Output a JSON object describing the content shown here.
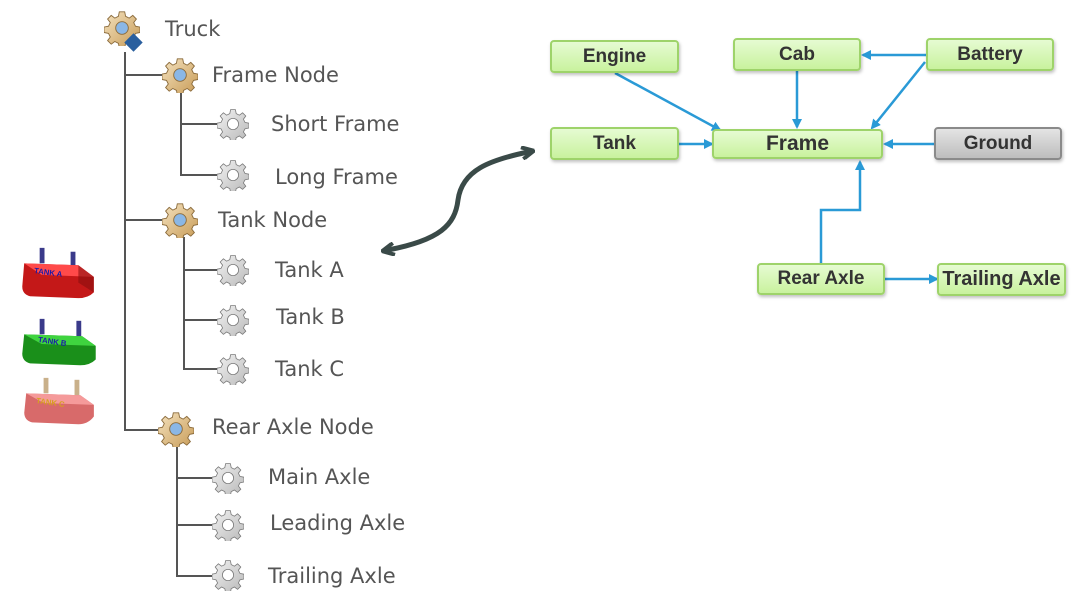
{
  "tree": {
    "root": "Truck",
    "frame_node": "Frame Node",
    "short_frame": "Short Frame",
    "long_frame": "Long Frame",
    "tank_node": "Tank Node",
    "tank_a": "Tank A",
    "tank_b": "Tank B",
    "tank_c": "Tank C",
    "rear_axle_node": "Rear Axle Node",
    "main_axle": "Main Axle",
    "leading_axle": "Leading Axle",
    "trailing_axle": "Trailing Axle"
  },
  "tank_images": {
    "a": "TANK A",
    "b": "TANK B",
    "c": "TANK C"
  },
  "graph": {
    "engine": "Engine",
    "cab": "Cab",
    "battery": "Battery",
    "tank": "Tank",
    "frame": "Frame",
    "ground": "Ground",
    "rear_axle": "Rear Axle",
    "trailing_axle": "Trailing Axle"
  },
  "colors": {
    "node_green": "#c9f29e",
    "node_border": "#9ed36a",
    "ground_gray": "#bdbdbd",
    "edge_blue": "#2a9ad6",
    "tree_line": "#555555",
    "tank_a": "#e02020",
    "tank_b": "#22b022",
    "tank_c": "#ee7b7b"
  },
  "icons": [
    "gear-icon",
    "double-arrow-icon"
  ]
}
